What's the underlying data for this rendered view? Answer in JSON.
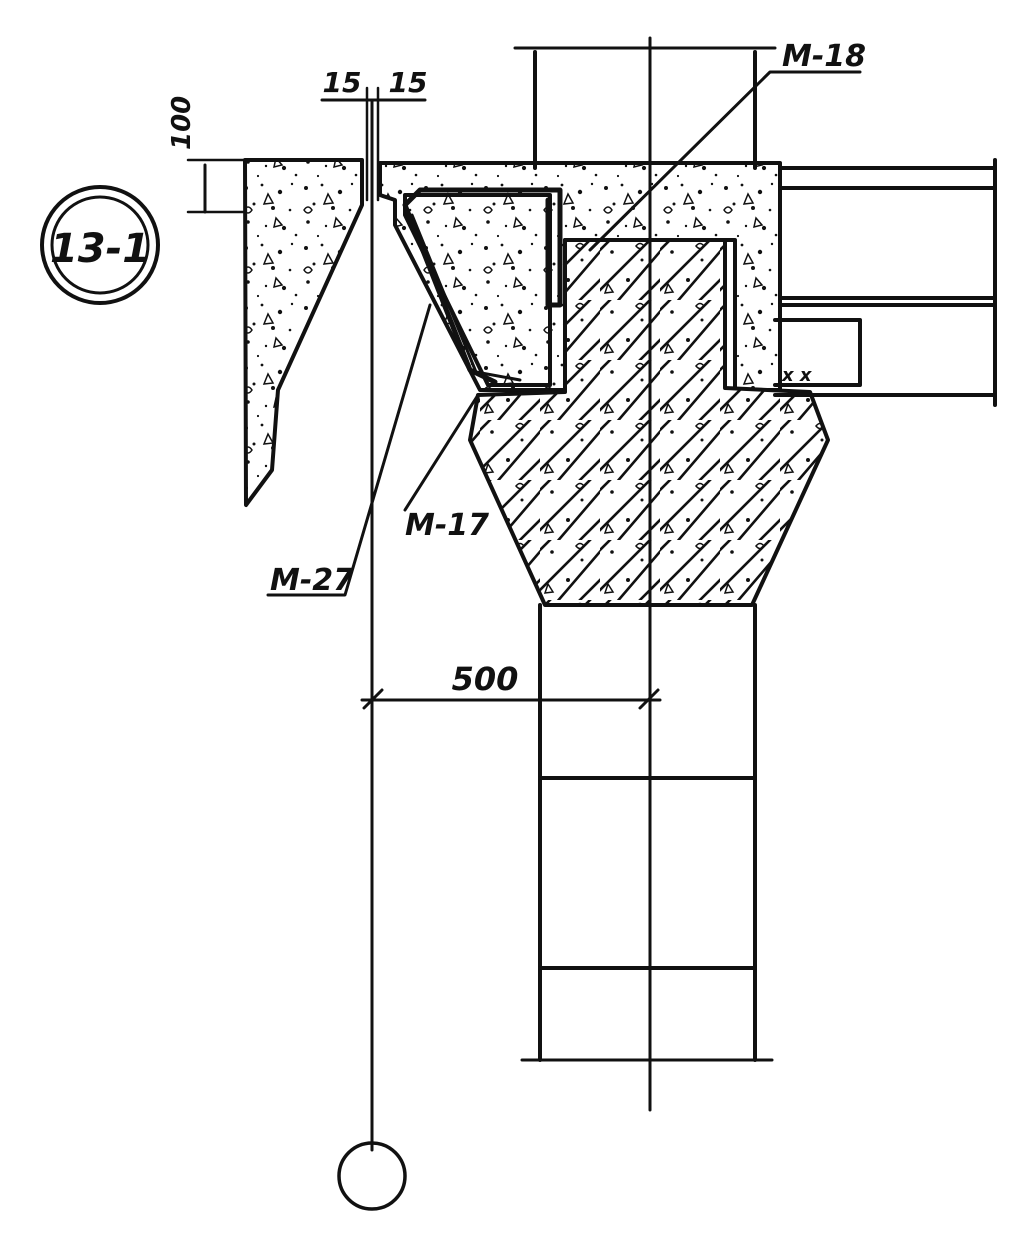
{
  "drawing": {
    "detail_mark": "13-1",
    "labels": {
      "dim_left": "15",
      "dim_right": "15",
      "dim_height": "100",
      "m18": "М-18",
      "m17": "М-17",
      "m27": "М-27",
      "dim_500": "500"
    },
    "colors": {
      "ink": "#111111",
      "paper": "#ffffff"
    }
  }
}
